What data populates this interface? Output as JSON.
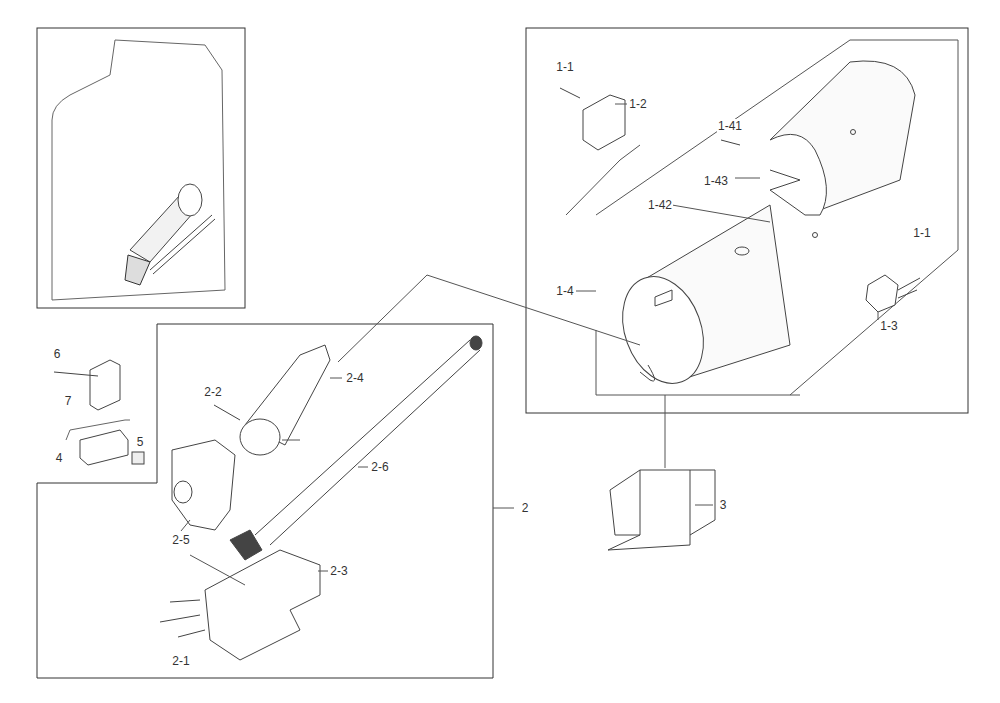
{
  "diagram": {
    "labels": [
      "1-1",
      "1-2",
      "1-41",
      "1-43",
      "1-42",
      "1-4",
      "1-1",
      "1-3",
      "3",
      "6",
      "7",
      "4",
      "5",
      "2-2",
      "2-4",
      "2-5",
      "2-6",
      "2",
      "2-3",
      "2-1"
    ]
  }
}
